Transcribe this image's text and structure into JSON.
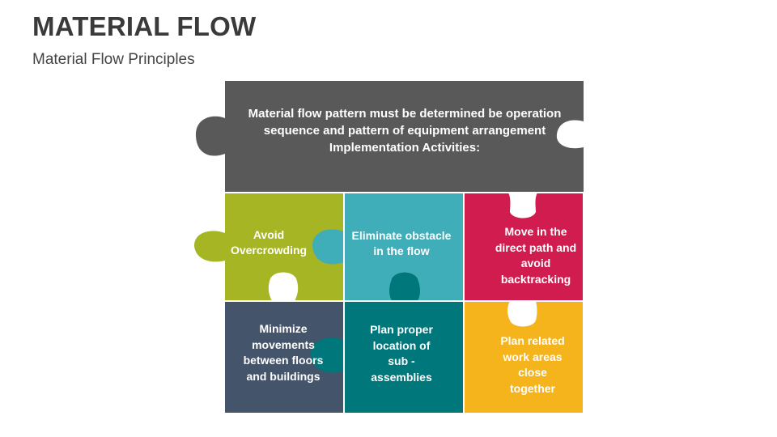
{
  "slide": {
    "title": "MATERIAL FLOW",
    "subtitle": "Material Flow Principles"
  },
  "header_piece": {
    "text": "Material flow pattern must be determined be operation sequence and pattern of equipment arrangement",
    "heading": "Implementation Activities:",
    "color": "#595959"
  },
  "pieces": [
    {
      "label": "Avoid Overcrowding",
      "color": "#a5b523"
    },
    {
      "label": "Eliminate obstacle in the flow",
      "color": "#40aeb9"
    },
    {
      "label": "Move in the direct path and avoid backtracking",
      "color": "#d01c4e"
    },
    {
      "label": "Minimize movements between floors and buildings",
      "color": "#44546a"
    },
    {
      "label": "Plan proper location of sub - assemblies",
      "color": "#00777b"
    },
    {
      "label": "Plan related work areas close together",
      "color": "#f5b31c"
    }
  ]
}
